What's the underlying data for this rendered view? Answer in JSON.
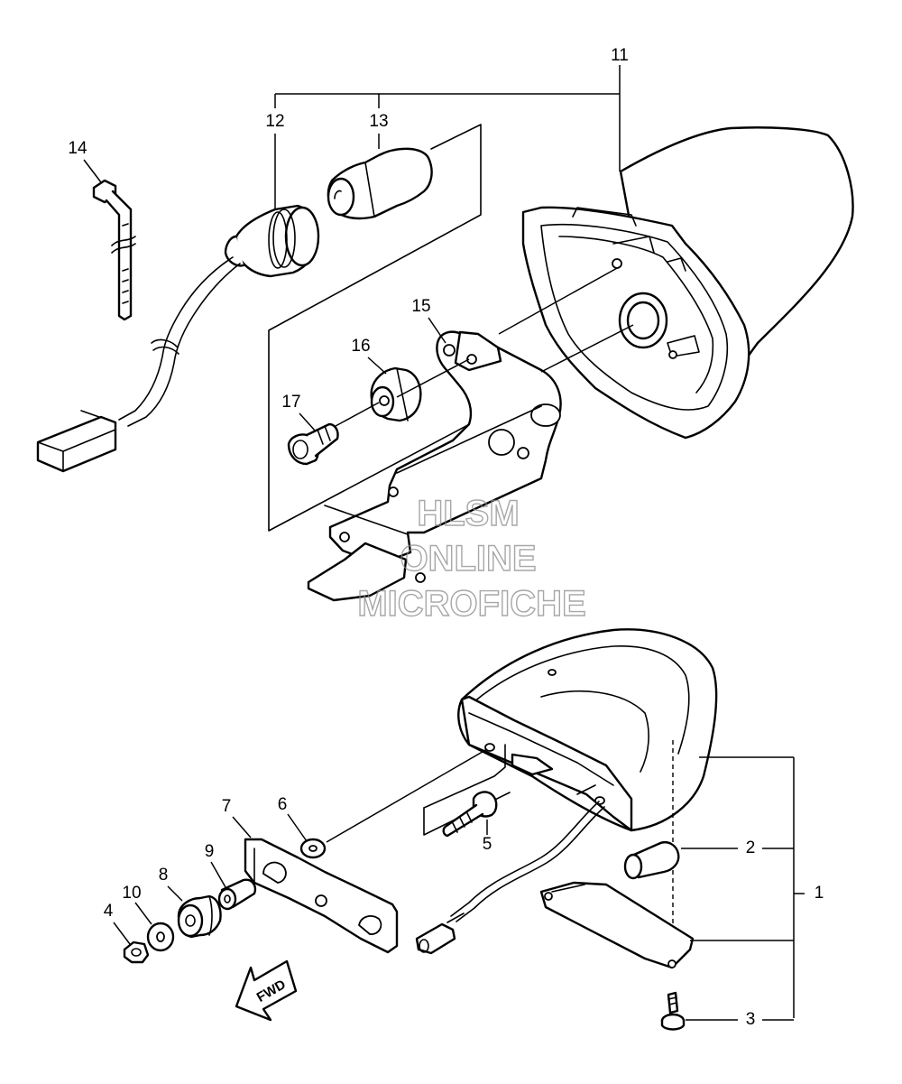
{
  "callouts": [
    {
      "id": "1",
      "label": "1"
    },
    {
      "id": "2",
      "label": "2"
    },
    {
      "id": "3",
      "label": "3"
    },
    {
      "id": "4",
      "label": "4"
    },
    {
      "id": "5",
      "label": "5"
    },
    {
      "id": "6",
      "label": "6"
    },
    {
      "id": "7",
      "label": "7"
    },
    {
      "id": "8",
      "label": "8"
    },
    {
      "id": "9",
      "label": "9"
    },
    {
      "id": "10",
      "label": "10"
    },
    {
      "id": "11",
      "label": "11"
    },
    {
      "id": "12",
      "label": "12"
    },
    {
      "id": "13",
      "label": "13"
    },
    {
      "id": "14",
      "label": "14"
    },
    {
      "id": "15",
      "label": "15"
    },
    {
      "id": "16",
      "label": "16"
    },
    {
      "id": "17",
      "label": "17"
    }
  ],
  "direction_arrow": {
    "label": "FWD"
  },
  "watermark": {
    "lines": [
      "HLSM",
      "ONLINE",
      "MICROFICHE"
    ]
  }
}
